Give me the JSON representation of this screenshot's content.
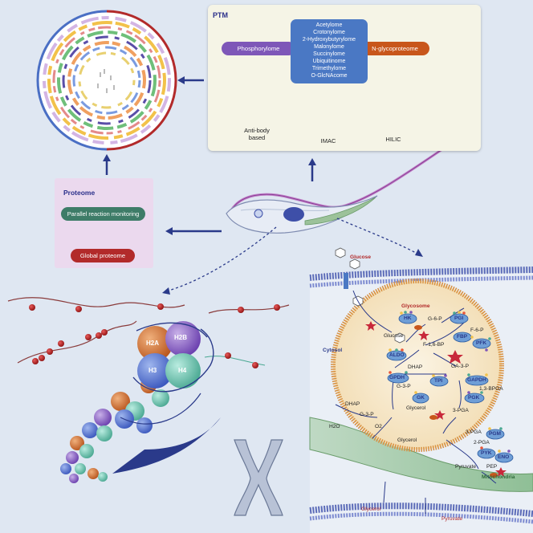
{
  "ptm": {
    "title": "PTM",
    "phosphorylome": "Phosphorylome",
    "n_glycoproteome": "N-glycoproteome",
    "modifications": [
      "Acetylome",
      "Crotonylome",
      "2-Hydroxybutyrylome",
      "Malonylome",
      "Succinylome",
      "Ubiquitinome",
      "Trimethylome",
      "O-GlcNAcome"
    ],
    "methods": {
      "antibody": "Anti-body\nbased",
      "imac": "IMAC",
      "hilic": "HILIC"
    }
  },
  "proteome": {
    "title": "Proteome",
    "prm": "Parallel reaction monitoring",
    "global": "Global proteome"
  },
  "histones": {
    "h2a": "H2A",
    "h2b": "H2B",
    "h3": "H3",
    "h4": "H4"
  },
  "metabolism": {
    "glucose_top": "Glucose",
    "glycosome": "Glycosome",
    "cytosol": "Cytosol",
    "mitochondria": "Mitochondria",
    "glycerol_bottom": "Glycerol",
    "pyruvate_bottom": "Pyruvate",
    "enzymes": [
      "HK",
      "PGI",
      "FBP",
      "PFK",
      "ALDO",
      "TPI",
      "GAPDH",
      "GPDH",
      "GK",
      "PGK",
      "PGM",
      "PYK",
      "ENO"
    ],
    "metabolites": {
      "glucose_in": "Glucose",
      "g6p": "G-6-P",
      "f6p": "F-6-P",
      "f16bp": "F-1,6-BP",
      "dhap": "DHAP",
      "ga3p": "GA-3-P",
      "g3p": "G-3-P",
      "bpga": "1,3-BPGA",
      "glycerol_in": "Glycerol",
      "pga3_in": "3-PGA",
      "dhap_out": "DHAP",
      "g3p_out": "G-3-P",
      "h2o": "H2O",
      "o2": "O2",
      "glycerol_out": "Glycerol",
      "pga3_out": "3-PGA",
      "pga2": "2-PGA",
      "pep": "PEP",
      "pyruvate": "Pyruvate"
    }
  }
}
